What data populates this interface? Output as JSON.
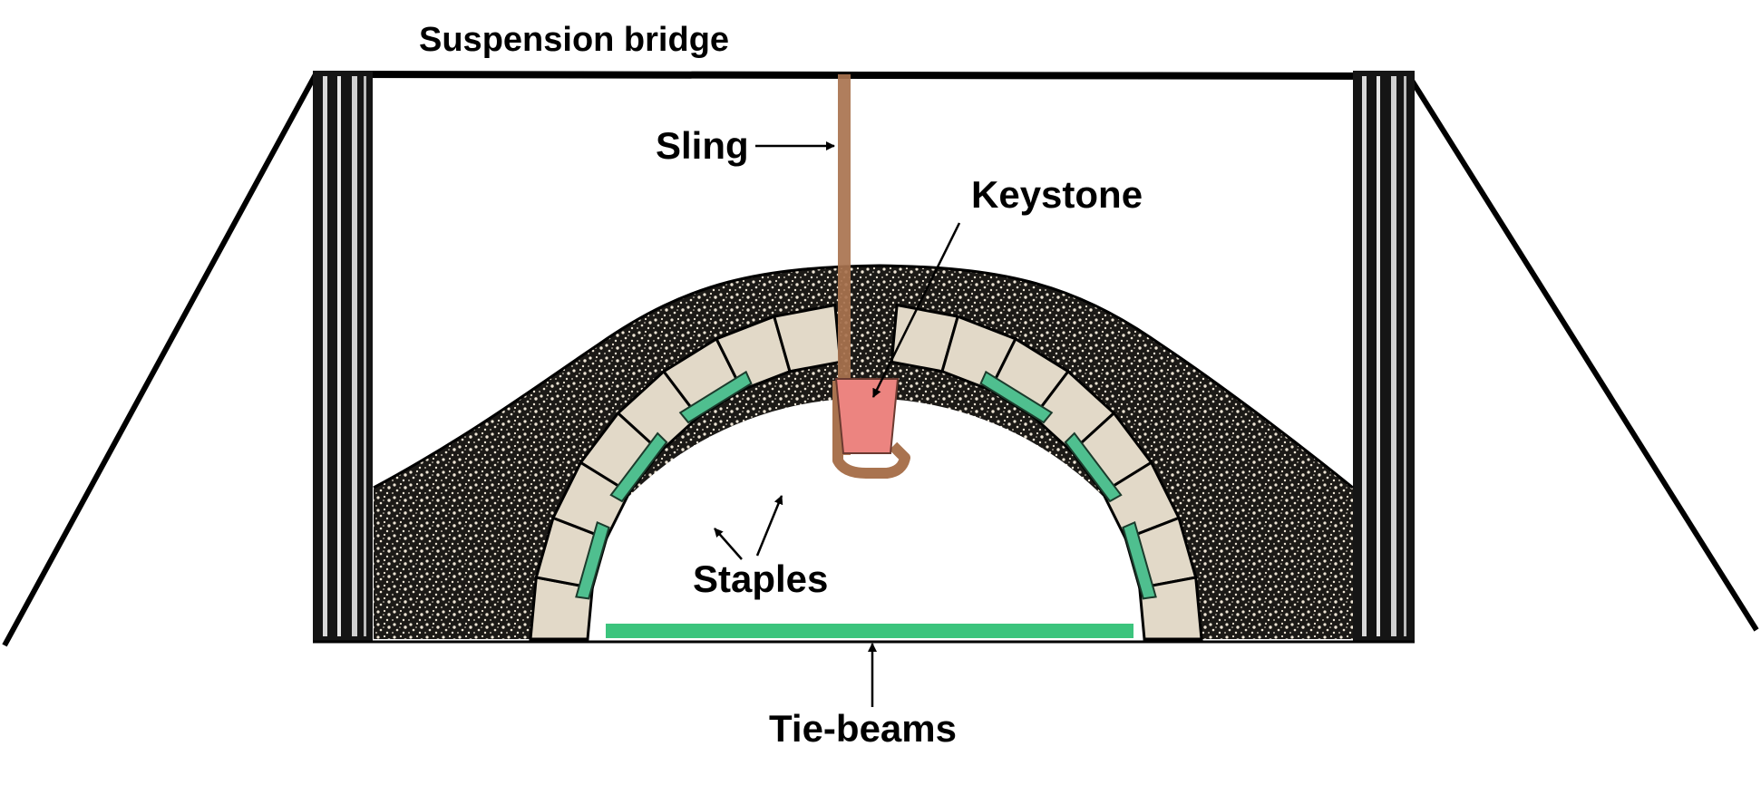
{
  "labels": {
    "suspension_bridge": "Suspension bridge",
    "sling": "Sling",
    "keystone": "Keystone",
    "staples": "Staples",
    "tie_beams": "Tie-beams"
  },
  "colors": {
    "fill": "#1c1a17",
    "voussoir": "#e2d9c8",
    "staple": "#4fbf8f",
    "tie_beam": "#3cc47d",
    "sling": "#a9734f",
    "keystone": "#ec8480",
    "line": "#000000"
  },
  "icons": [
    "arrow-icon",
    "tower-icon"
  ]
}
